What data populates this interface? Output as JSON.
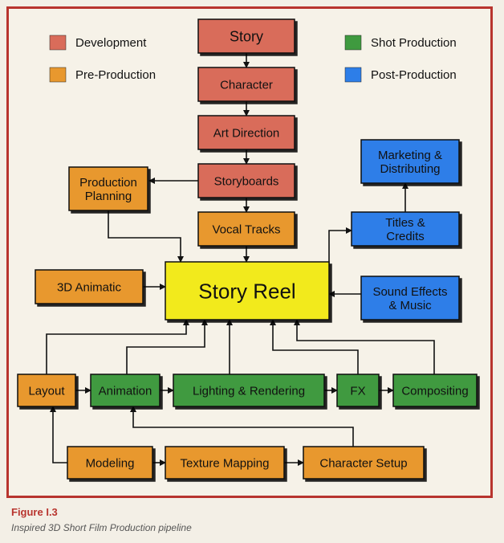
{
  "colors": {
    "development": "#d96c5a",
    "pre_production": "#e8982e",
    "shot_production": "#3f9a3f",
    "post_production": "#2d7ee8",
    "story_reel": "#f2ea1c",
    "frame": "#b8342e"
  },
  "legend": [
    {
      "id": "development",
      "label": "Development"
    },
    {
      "id": "pre_production",
      "label": "Pre-Production"
    },
    {
      "id": "shot_production",
      "label": "Shot Production"
    },
    {
      "id": "post_production",
      "label": "Post-Production"
    }
  ],
  "nodes": [
    {
      "id": "story",
      "label": "Story",
      "category": "development"
    },
    {
      "id": "character",
      "label": "Character",
      "category": "development"
    },
    {
      "id": "art_direction",
      "label": "Art Direction",
      "category": "development"
    },
    {
      "id": "storyboards",
      "label": "Storyboards",
      "category": "development"
    },
    {
      "id": "vocal_tracks",
      "label": "Vocal Tracks",
      "category": "pre_production"
    },
    {
      "id": "production_planning",
      "label": "Production Planning",
      "category": "pre_production"
    },
    {
      "id": "animatic_3d",
      "label": "3D Animatic",
      "category": "pre_production"
    },
    {
      "id": "story_reel",
      "label": "Story Reel",
      "category": "story_reel"
    },
    {
      "id": "marketing",
      "label": "Marketing & Distributing",
      "category": "post_production"
    },
    {
      "id": "titles_credits",
      "label": "Titles & Credits",
      "category": "post_production"
    },
    {
      "id": "sound_effects",
      "label": "Sound Effects & Music",
      "category": "post_production"
    },
    {
      "id": "layout",
      "label": "Layout",
      "category": "pre_production"
    },
    {
      "id": "animation",
      "label": "Animation",
      "category": "shot_production"
    },
    {
      "id": "lighting_rendering",
      "label": "Lighting & Rendering",
      "category": "shot_production"
    },
    {
      "id": "fx",
      "label": "FX",
      "category": "shot_production"
    },
    {
      "id": "compositing",
      "label": "Compositing",
      "category": "shot_production"
    },
    {
      "id": "modeling",
      "label": "Modeling",
      "category": "pre_production"
    },
    {
      "id": "texture_mapping",
      "label": "Texture Mapping",
      "category": "pre_production"
    },
    {
      "id": "character_setup",
      "label": "Character Setup",
      "category": "pre_production"
    }
  ],
  "edges": [
    {
      "from": "story",
      "to": "character"
    },
    {
      "from": "character",
      "to": "art_direction"
    },
    {
      "from": "art_direction",
      "to": "storyboards"
    },
    {
      "from": "storyboards",
      "to": "vocal_tracks"
    },
    {
      "from": "storyboards",
      "to": "production_planning"
    },
    {
      "from": "vocal_tracks",
      "to": "story_reel"
    },
    {
      "from": "production_planning",
      "to": "story_reel"
    },
    {
      "from": "animatic_3d",
      "to": "story_reel"
    },
    {
      "from": "story_reel",
      "to": "titles_credits"
    },
    {
      "from": "titles_credits",
      "to": "marketing"
    },
    {
      "from": "sound_effects",
      "to": "story_reel"
    },
    {
      "from": "layout",
      "to": "story_reel"
    },
    {
      "from": "animation",
      "to": "story_reel"
    },
    {
      "from": "lighting_rendering",
      "to": "story_reel"
    },
    {
      "from": "fx",
      "to": "story_reel"
    },
    {
      "from": "compositing",
      "to": "story_reel"
    },
    {
      "from": "layout",
      "to": "animation"
    },
    {
      "from": "animation",
      "to": "lighting_rendering"
    },
    {
      "from": "lighting_rendering",
      "to": "fx"
    },
    {
      "from": "fx",
      "to": "compositing"
    },
    {
      "from": "modeling",
      "to": "layout"
    },
    {
      "from": "modeling",
      "to": "texture_mapping"
    },
    {
      "from": "texture_mapping",
      "to": "character_setup"
    },
    {
      "from": "character_setup",
      "to": "animation"
    }
  ],
  "caption": {
    "title": "Figure I.3",
    "subtitle": "Inspired 3D Short Film Production pipeline"
  }
}
